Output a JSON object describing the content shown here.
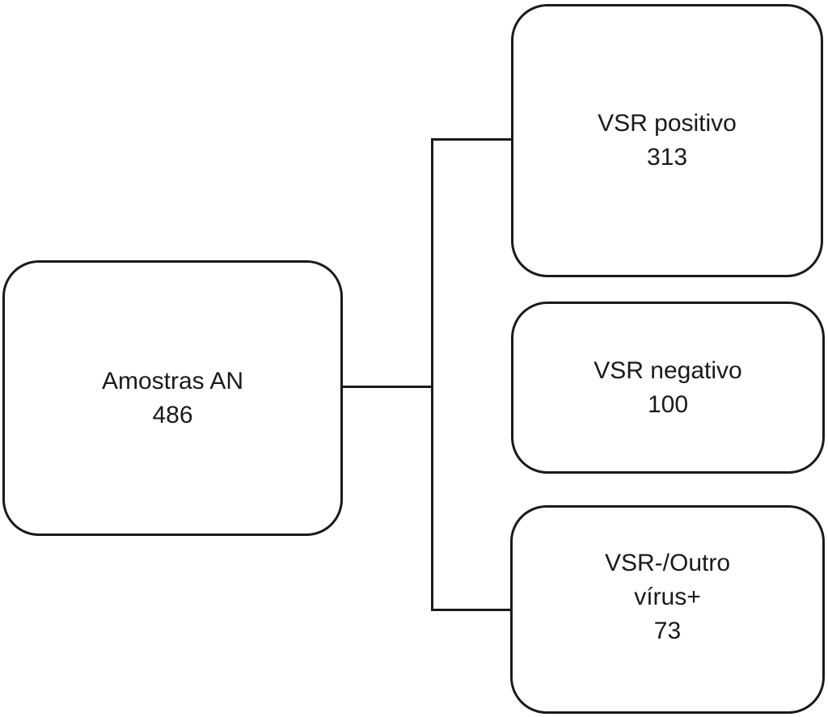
{
  "diagram": {
    "type": "flowchart",
    "language": "pt",
    "colors": {
      "line": "#1a1a1a",
      "background": "#ffffff",
      "text": "#1a1a1a"
    },
    "nodes": {
      "root": {
        "label": "Amostras AN",
        "value": "486"
      },
      "branch1": {
        "label": "VSR positivo",
        "value": "313"
      },
      "branch2": {
        "label": "VSR negativo",
        "value": "100"
      },
      "branch3": {
        "label": "VSR-/Outro vírus+",
        "label_line1": "VSR-/Outro",
        "label_line2": "vírus+",
        "value": "73"
      }
    },
    "edges": [
      {
        "from": "root",
        "to": "branch1"
      },
      {
        "from": "root",
        "to": "branch2"
      },
      {
        "from": "root",
        "to": "branch3"
      }
    ]
  }
}
